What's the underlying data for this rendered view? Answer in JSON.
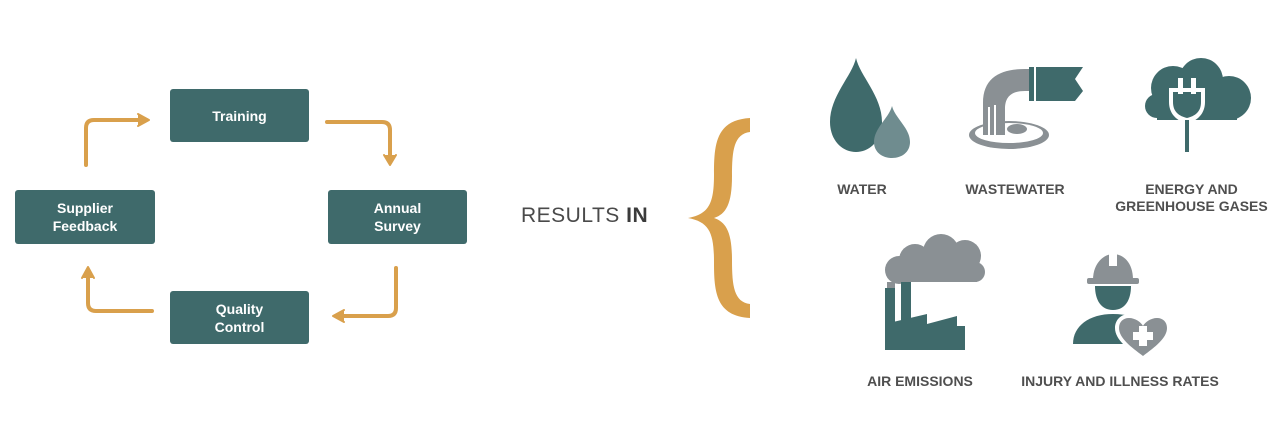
{
  "cycle": {
    "training": "Training",
    "annual_survey": [
      "Annual",
      "Survey"
    ],
    "quality_control": [
      "Quality",
      "Control"
    ],
    "supplier_feedback": [
      "Supplier",
      "Feedback"
    ]
  },
  "results": {
    "prefix": "RESULTS ",
    "emphasis": "IN"
  },
  "outcomes": {
    "water": "WATER",
    "wastewater": "WASTEWATER",
    "energy": [
      "ENERGY AND",
      "GREENHOUSE GASES"
    ],
    "air": "AIR EMISSIONS",
    "injury": "INJURY AND ILLNESS RATES"
  },
  "colors": {
    "teal": "#3f6a6b",
    "gold": "#d9a04c",
    "gray": "#8a9094",
    "light_teal": "#6f8c8f"
  }
}
